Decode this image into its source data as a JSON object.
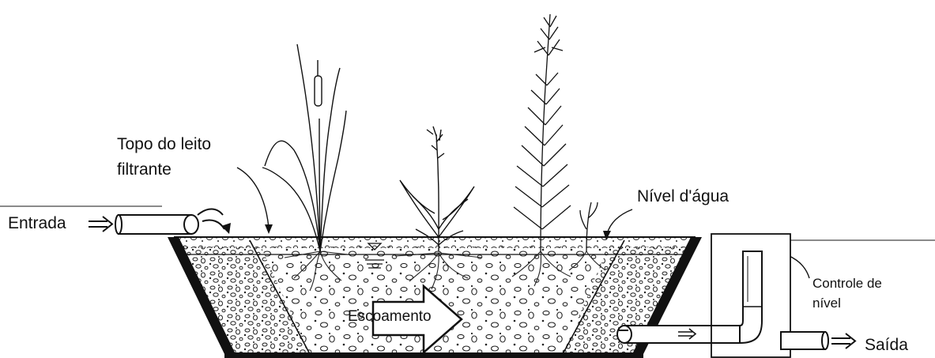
{
  "labels": {
    "inlet": "Entrada",
    "bed_top_line1": "Topo do leito",
    "bed_top_line2": "filtrante",
    "water_level": "Nível d'água",
    "flow": "Escoamento",
    "level_control_line1": "Controle de",
    "level_control_line2": "nível",
    "outlet": "Saída"
  }
}
